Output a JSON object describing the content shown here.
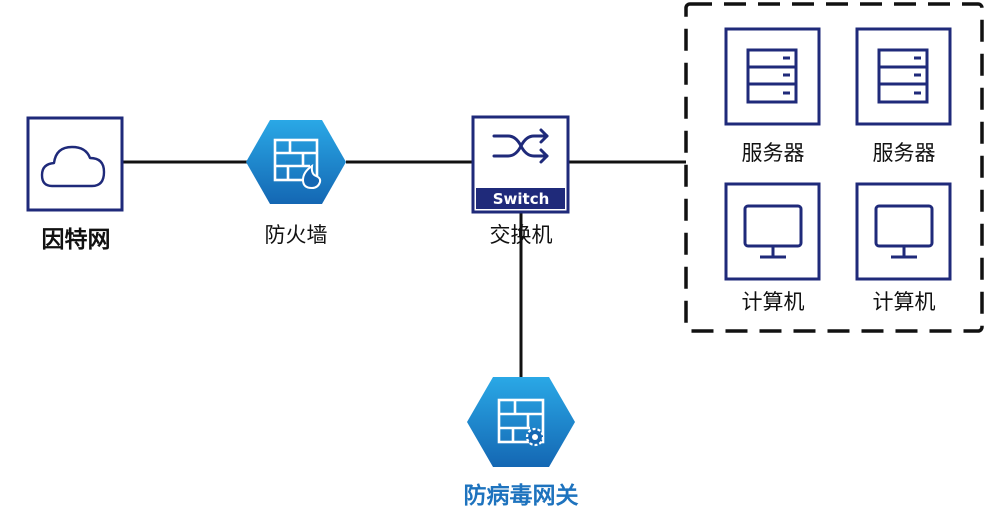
{
  "nodes": {
    "internet": "因特网",
    "firewall": "防火墙",
    "switch": "交换机",
    "switch_badge": "Switch",
    "antivirus": "防病毒网关",
    "server1": "服务器",
    "server2": "服务器",
    "computer1": "计算机",
    "computer2": "计算机"
  },
  "colors": {
    "frame": "#1f2a7a",
    "hex_gradient_top": "#2aa8e6",
    "hex_gradient_bottom": "#1467b3",
    "antivirus_label": "#1e73be"
  }
}
